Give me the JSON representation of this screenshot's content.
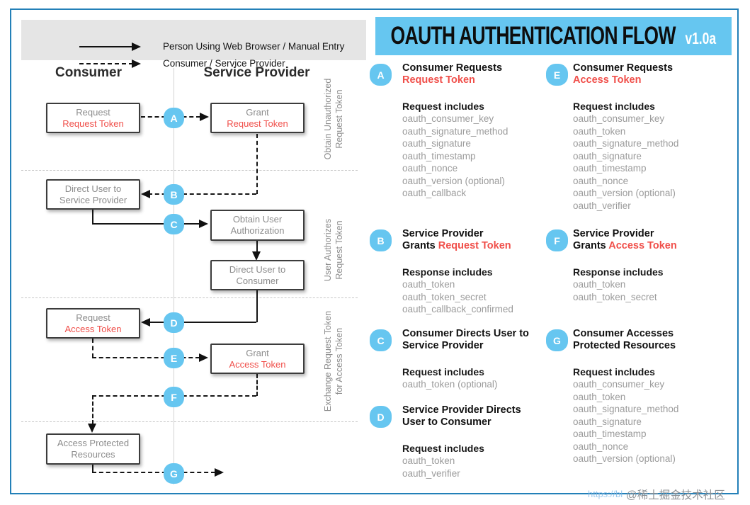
{
  "colors": {
    "accent_blue": "#66c6f0",
    "accent_red": "#f04f4a",
    "frame_blue": "#2380b8",
    "legend_bg": "#e5e5e5",
    "param_gray": "#9b9b9b"
  },
  "legend": {
    "solid_label": "Person Using Web Browser / Manual Entry",
    "dashed_label": "Consumer / Service Provider"
  },
  "header": {
    "title": "OAUTH AUTHENTICATION FLOW",
    "version": "v1.0a"
  },
  "diagram": {
    "columns": {
      "consumer": "Consumer",
      "service_provider": "Service Provider"
    },
    "phases": [
      "Obtain Unauthorized\nRequest Token",
      "User Authorizes\nRequest Token",
      "Exchange Request Token\nfor Access Token"
    ],
    "boxes": {
      "request_request_token": {
        "line1": "Request",
        "line2": "Request Token"
      },
      "grant_request_token": {
        "line1": "Grant",
        "line2": "Request Token"
      },
      "direct_user_to_sp": {
        "line1": "Direct User to",
        "line2": "Service Provider"
      },
      "obtain_user_auth": {
        "line1": "Obtain User",
        "line2": "Authorization"
      },
      "direct_user_to_consumer": {
        "line1": "Direct User to",
        "line2": "Consumer"
      },
      "request_access_token": {
        "line1": "Request",
        "line2": "Access Token"
      },
      "grant_access_token": {
        "line1": "Grant",
        "line2": "Access Token"
      },
      "access_protected_resources": {
        "line1": "Access Protected",
        "line2": "Resources"
      }
    }
  },
  "steps": {
    "a": {
      "letter": "A",
      "h1_black": "Consumer Requests",
      "h1_red": "",
      "h2_black": "",
      "h2_red": "Request Token",
      "list_label": "Request includes",
      "params": [
        "oauth_consumer_key",
        "oauth_signature_method",
        "oauth_signature",
        "oauth_timestamp",
        "oauth_nonce",
        "oauth_version (optional)",
        "oauth_callback"
      ]
    },
    "b": {
      "letter": "B",
      "h1_black": "Service Provider",
      "h1_red": "",
      "h2_black": "Grants ",
      "h2_red": "Request Token",
      "list_label": "Response includes",
      "params": [
        "oauth_token",
        "oauth_token_secret",
        "oauth_callback_confirmed"
      ]
    },
    "c": {
      "letter": "C",
      "h1_black": "Consumer Directs User to",
      "h1_red": "",
      "h2_black": "Service Provider",
      "h2_red": "",
      "list_label": "Request includes",
      "params": [
        "oauth_token (optional)"
      ]
    },
    "d": {
      "letter": "D",
      "h1_black": "Service Provider Directs",
      "h1_red": "",
      "h2_black": "User to Consumer",
      "h2_red": "",
      "list_label": "Request includes",
      "params": [
        "oauth_token",
        "oauth_verifier"
      ]
    },
    "e": {
      "letter": "E",
      "h1_black": "Consumer Requests",
      "h1_red": "",
      "h2_black": "",
      "h2_red": "Access Token",
      "list_label": "Request includes",
      "params": [
        "oauth_consumer_key",
        "oauth_token",
        "oauth_signature_method",
        "oauth_signature",
        "oauth_timestamp",
        "oauth_nonce",
        "oauth_version (optional)",
        "oauth_verifier"
      ]
    },
    "f": {
      "letter": "F",
      "h1_black": "Service Provider",
      "h1_red": "",
      "h2_black": "Grants ",
      "h2_red": "Access Token",
      "list_label": "Response includes",
      "params": [
        "oauth_token",
        "oauth_token_secret"
      ]
    },
    "g": {
      "letter": "G",
      "h1_black": "Consumer Accesses",
      "h1_red": "",
      "h2_black": "Protected Resources",
      "h2_red": "",
      "list_label": "Request includes",
      "params": [
        "oauth_consumer_key",
        "oauth_token",
        "oauth_signature_method",
        "oauth_signature",
        "oauth_timestamp",
        "oauth_nonce",
        "oauth_version (optional)"
      ]
    }
  },
  "watermark": {
    "text": "@稀土掘金技术社区",
    "url_fragment": "https://bl"
  }
}
